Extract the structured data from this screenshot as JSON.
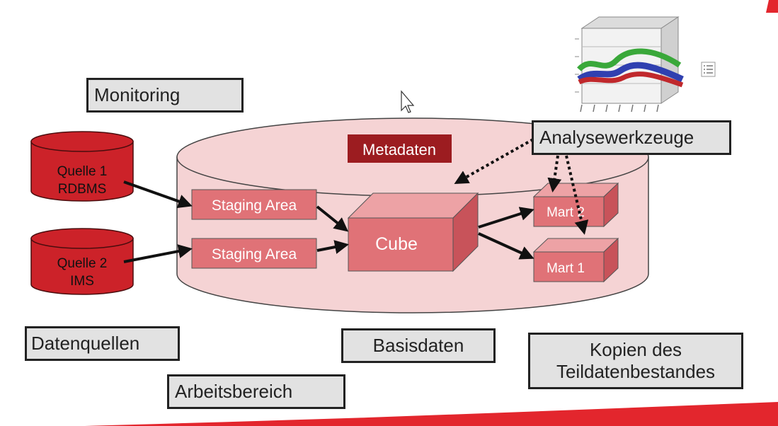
{
  "labels": {
    "monitoring": "Monitoring",
    "metadaten": "Metadaten",
    "analysewerkzeuge": "Analysewerkzeuge",
    "datenquellen": "Datenquellen",
    "basisdaten": "Basisdaten",
    "arbeitsbereich": "Arbeitsbereich",
    "kopien_line1": "Kopien des",
    "kopien_line2": "Teildatenbestandes"
  },
  "sources": [
    {
      "line1": "Quelle 1",
      "line2": "RDBMS"
    },
    {
      "line1": "Quelle 2",
      "line2": "IMS"
    }
  ],
  "staging": [
    "Staging Area",
    "Staging Area"
  ],
  "cube": "Cube",
  "marts": [
    "Mart 2",
    "Mart 1"
  ],
  "icons": [
    "mouse-cursor-icon",
    "3d-chart-thumbnail",
    "legend-icon"
  ],
  "colors": {
    "db_red": "#cc2229",
    "pale_pink": "#f5d3d4",
    "box_pink": "#e07277",
    "metadaten_bg": "#9c1c20",
    "label_gray": "#e2e2e2",
    "accent_red": "#e3262d"
  }
}
